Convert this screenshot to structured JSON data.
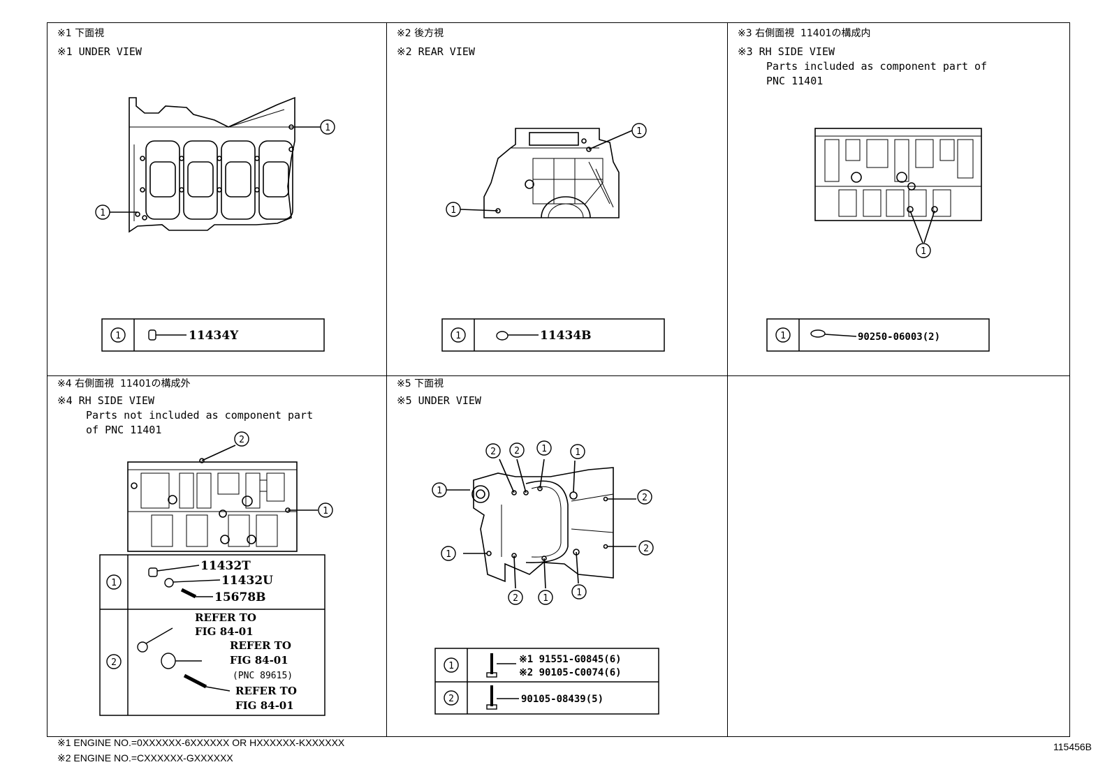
{
  "panels": {
    "p1": {
      "header_jp": "※1 下面視",
      "header_en": "※1 UNDER VIEW",
      "callout": "1",
      "legend": {
        "index": "1",
        "part": "11434Y"
      }
    },
    "p2": {
      "header_jp": "※2 後方視",
      "header_en": "※2 REAR VIEW",
      "callout": "1",
      "legend": {
        "index": "1",
        "part": "11434B"
      }
    },
    "p3": {
      "header_jp": "※3 右側面視  11401の構成内",
      "header_en": "※3 RH SIDE VIEW",
      "note_line1": "Parts included as component part of",
      "note_line2": "PNC 11401",
      "callout": "1",
      "legend": {
        "index": "1",
        "part": "90250-06003(2)"
      }
    },
    "p4": {
      "header_jp": "※4 右側面視  11401の構成外",
      "header_en": "※4 RH SIDE VIEW",
      "note_line1": "Parts not included as component part",
      "note_line2": "of PNC 11401",
      "callout_1": "1",
      "callout_2": "2",
      "legend": {
        "row1_index": "1",
        "row1_parts": [
          "11432T",
          "11432U",
          "15678B"
        ],
        "row2_index": "2",
        "row2_refs": [
          {
            "l1": "REFER TO",
            "l2": "FIG 84-01"
          },
          {
            "l1": "REFER TO",
            "l2": "FIG 84-01",
            "l3": "(PNC 89615)"
          },
          {
            "l1": "REFER TO",
            "l2": "FIG 84-01"
          }
        ]
      }
    },
    "p5": {
      "header_jp": "※5 下面視",
      "header_en": "※5 UNDER VIEW",
      "callout_1": "1",
      "callout_2": "2",
      "legend": {
        "row1_index": "1",
        "row1_line1": "※1 91551-G0845(6)",
        "row1_line2": "※2 90105-C0074(6)",
        "row2_index": "2",
        "row2_part": "90105-08439(5)"
      }
    }
  },
  "footer": {
    "note1": "※1 ENGINE NO.=0XXXXXX-6XXXXXX OR HXXXXXX-KXXXXXX",
    "note2": "※2 ENGINE NO.=CXXXXXX-GXXXXXX",
    "figure_id": "115456B"
  }
}
